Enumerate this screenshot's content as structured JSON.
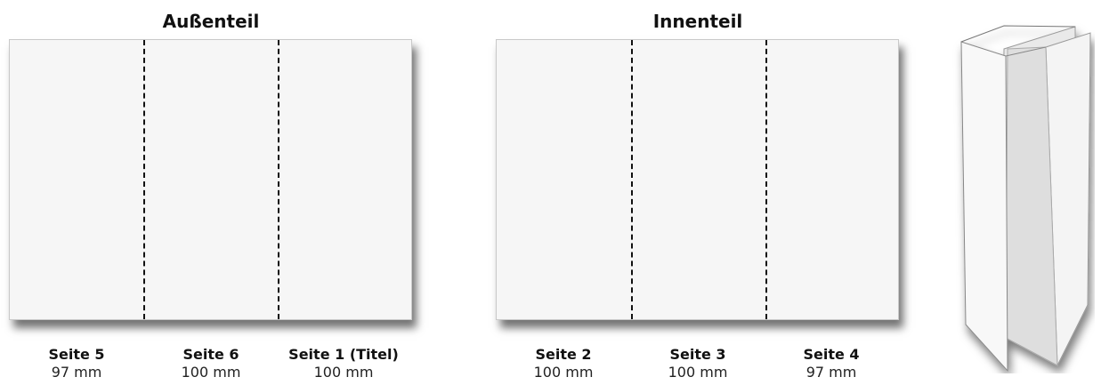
{
  "outer": {
    "title": "Außenteil",
    "panels": [
      {
        "page": "Seite 5",
        "width": "97 mm"
      },
      {
        "page": "Seite 6",
        "width": "100 mm"
      },
      {
        "page": "Seite 1 (Titel)",
        "width": "100 mm"
      }
    ]
  },
  "inner": {
    "title": "Innenteil",
    "panels": [
      {
        "page": "Seite 2",
        "width": "100 mm"
      },
      {
        "page": "Seite 3",
        "width": "100 mm"
      },
      {
        "page": "Seite 4",
        "width": "97 mm"
      }
    ]
  }
}
